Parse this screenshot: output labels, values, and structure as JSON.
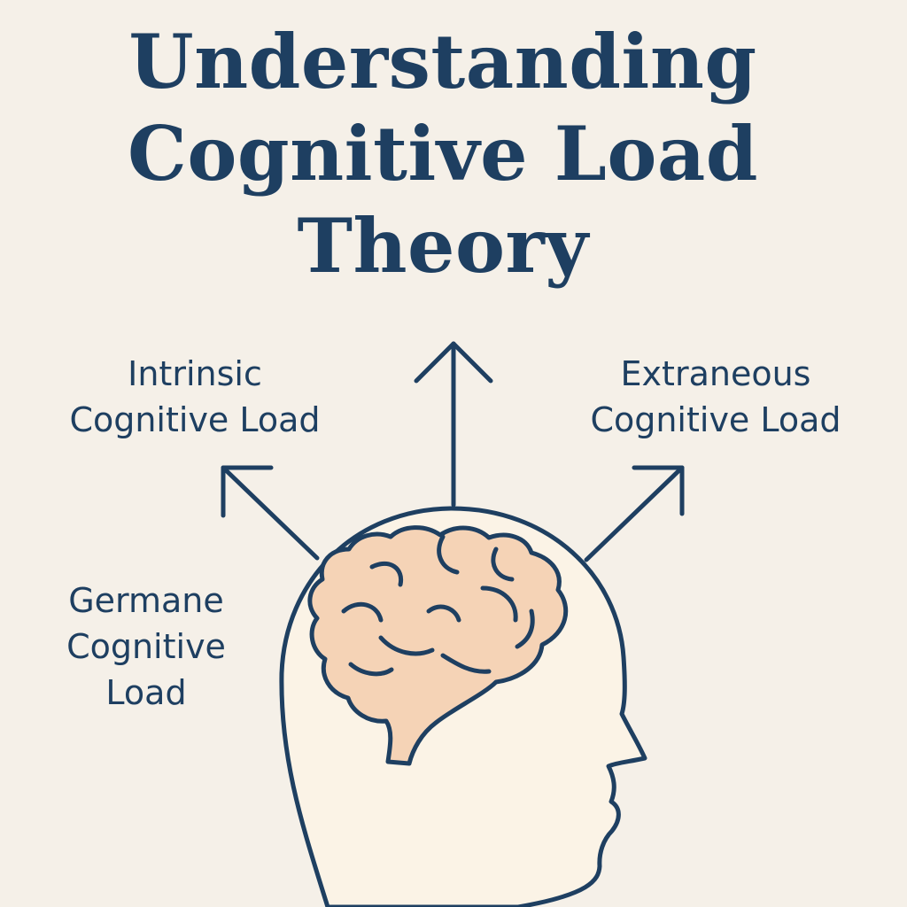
{
  "title": {
    "line1": "Understanding",
    "line2": "Cognitive Load",
    "line3": "Theory"
  },
  "labels": {
    "intrinsic": {
      "line1": "Intrinsic",
      "line2": "Cognitive Load"
    },
    "extraneous": {
      "line1": "Extraneous",
      "line2": "Cognitive Load"
    },
    "germane": {
      "line1": "Germane",
      "line2": "Cognitive",
      "line3": "Load"
    }
  },
  "colors": {
    "background": "#f5f0e8",
    "ink": "#1e3f61",
    "head_fill": "#fbf3e6",
    "brain_fill": "#f5d3b6"
  }
}
